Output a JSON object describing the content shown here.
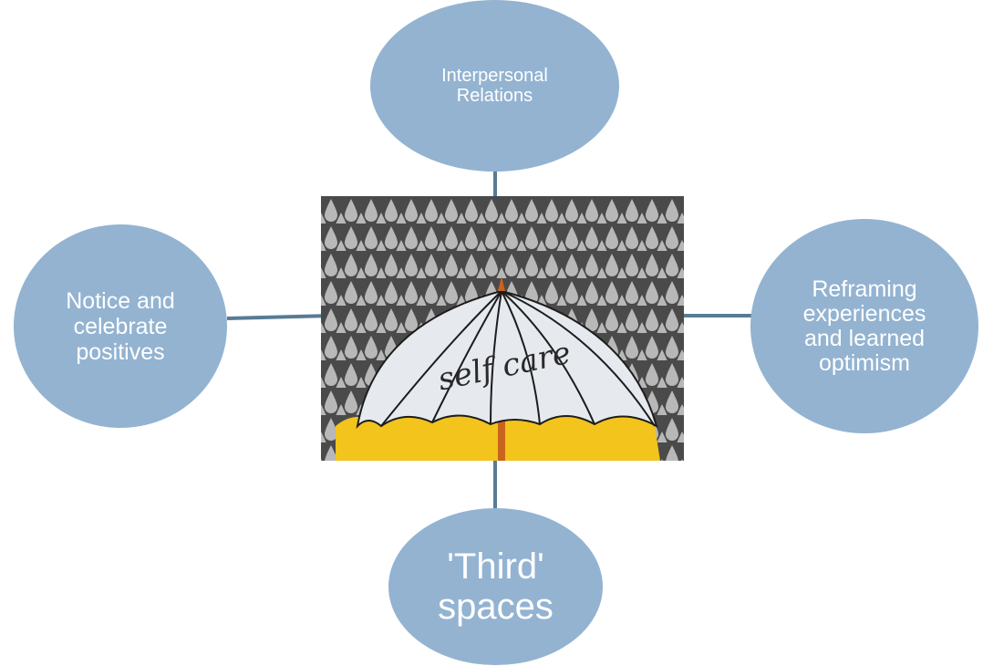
{
  "center": {
    "caption": "self care"
  },
  "nodes": {
    "top": {
      "line1": "Interpersonal",
      "line2": "Relations"
    },
    "left": {
      "line1": "Notice and",
      "line2": "celebrate",
      "line3": "positives"
    },
    "right": {
      "line1": "Reframing",
      "line2": "experiences",
      "line3": "and learned",
      "line4": "optimism"
    },
    "bottom": {
      "line1": "'Third'",
      "line2": "spaces"
    }
  },
  "colors": {
    "node_fill": "#93b3d1",
    "connector": "#587b94",
    "node_text": "#ffffff",
    "rain_background": "#4a4a4a",
    "raindrop": "#b8b8b8",
    "umbrella_canopy": "#e6eaef",
    "umbrella_lining": "#f2c41c"
  }
}
